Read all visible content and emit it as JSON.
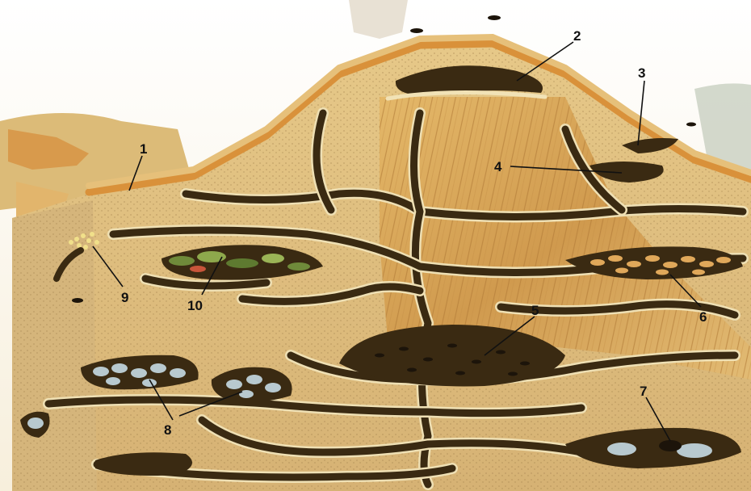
{
  "diagram": {
    "callouts": [
      {
        "id": "1",
        "label": "1"
      },
      {
        "id": "2",
        "label": "2"
      },
      {
        "id": "3",
        "label": "3"
      },
      {
        "id": "4",
        "label": "4"
      },
      {
        "id": "5",
        "label": "5"
      },
      {
        "id": "6",
        "label": "6"
      },
      {
        "id": "7",
        "label": "7"
      },
      {
        "id": "8",
        "label": "8"
      },
      {
        "id": "9",
        "label": "9"
      },
      {
        "id": "10",
        "label": "10"
      }
    ]
  },
  "colors": {
    "sky": "#ffffff",
    "soil_light": "#e3c98a",
    "soil_mid": "#cfa766",
    "wood": "#d7a95c",
    "crust_orange": "#d9913a",
    "tunnel_dark": "#3a2a12",
    "tunnel_rim": "#f1e2b6",
    "larvae_blue": "#b8c9cf",
    "leaf_green": "#6f8a3a"
  }
}
